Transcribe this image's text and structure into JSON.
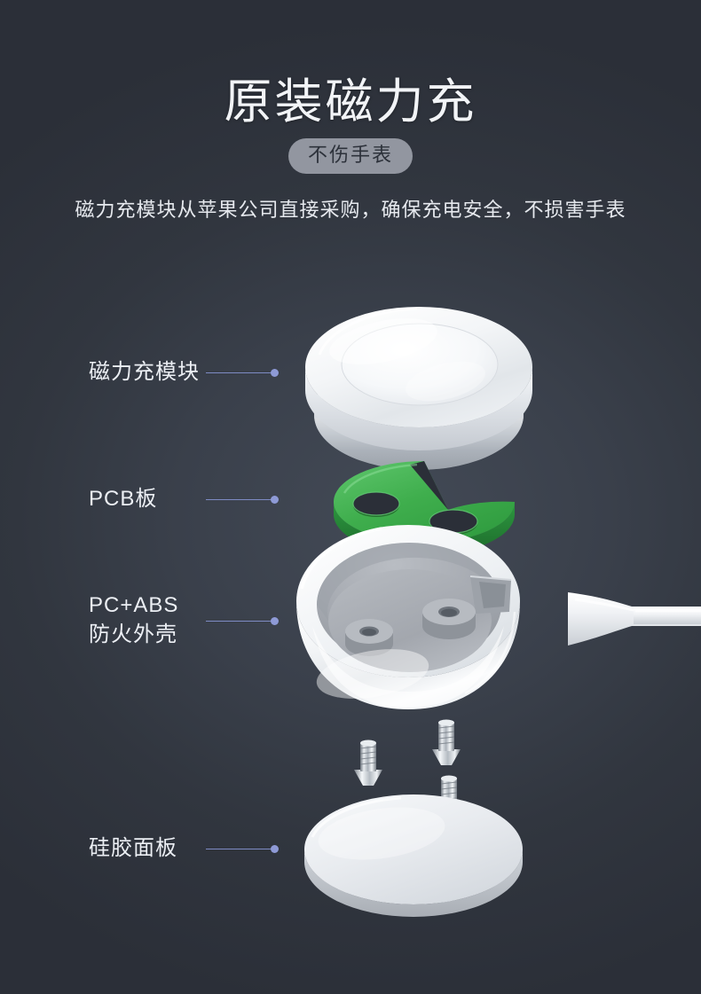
{
  "header": {
    "title": "原装磁力充",
    "badge": "不伤手表",
    "subtitle": "磁力充模块从苹果公司直接采购，确保充电安全，不损害手表"
  },
  "callouts": [
    {
      "id": "module",
      "label": "磁力充模块"
    },
    {
      "id": "pcb",
      "label": "PCB板"
    },
    {
      "id": "shell",
      "label": "PC+ABS\n防火外壳"
    },
    {
      "id": "panel",
      "label": "硅胶面板"
    }
  ],
  "colors": {
    "background_dark": "#2b2f38",
    "background_light": "#434a56",
    "title_text": "#f2f4f7",
    "badge_fill": "#9296a0",
    "badge_text": "#2c313a",
    "callout_line": "#7e8bc4",
    "callout_dot": "#8e9ad6",
    "pcb_green": "#3aab4a",
    "housing_white": "#f4f6f8",
    "housing_interior": "#a8acb2",
    "metal_silver": "#c8ccd2"
  },
  "parts": [
    {
      "name": "magnetic-charging-module",
      "shape": "disc with chrome ring"
    },
    {
      "name": "pcb-board",
      "shape": "green notched disc with two holes"
    },
    {
      "name": "fireproof-housing",
      "shape": "white bowl with cable"
    },
    {
      "name": "screws",
      "count": 3
    },
    {
      "name": "silicone-panel",
      "shape": "flat disc"
    },
    {
      "name": "usb-cable",
      "shape": "white cable to right edge"
    }
  ]
}
